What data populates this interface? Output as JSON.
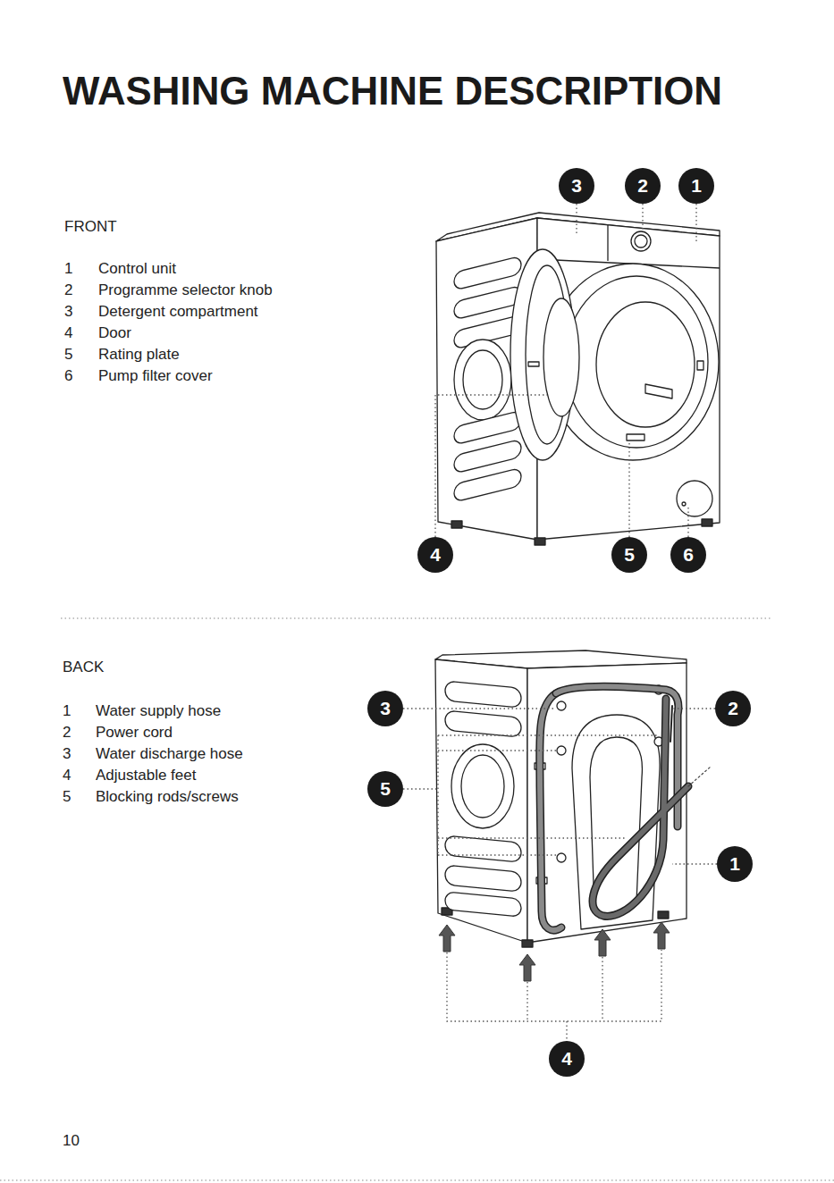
{
  "diagram": {
    "title": "WASHING MACHINE DESCRIPTION",
    "nodes": [
      {
        "text": [
          "3"
        ]
      },
      {
        "text": [
          "2"
        ]
      },
      {
        "text": [
          "1"
        ]
      },
      {
        "text": [
          "4"
        ]
      },
      {
        "text": [
          "5"
        ]
      },
      {
        "text": [
          "6"
        ]
      },
      {
        "text": [
          "3"
        ]
      },
      {
        "text": [
          "2"
        ]
      },
      {
        "text": [
          "5"
        ]
      },
      {
        "text": [
          "1"
        ]
      },
      {
        "text": [
          "4"
        ]
      }
    ],
    "labels": [
      "FRONT",
      "1",
      "Control unit",
      "2",
      "Programme selector knob",
      "3",
      "Detergent compartment",
      "4",
      "Door",
      "5",
      "Rating plate",
      "6",
      "Pump filter cover",
      "BACK",
      "1",
      "Water supply hose",
      "2",
      "Power cord",
      "3",
      "Water discharge hose",
      "4",
      "Adjustable feet",
      "5",
      "Blocking rods/screws",
      "10"
    ]
  }
}
